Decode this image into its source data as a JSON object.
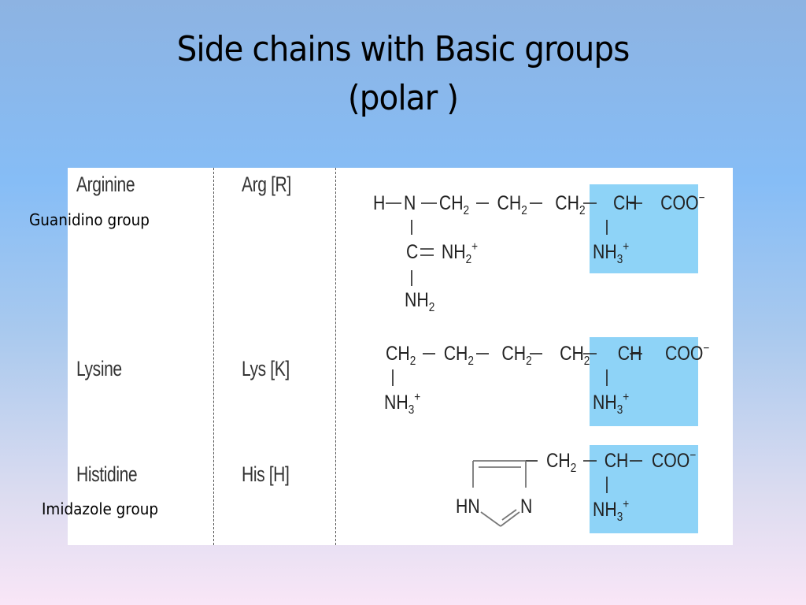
{
  "slide": {
    "title_line1": "Side chains with Basic groups",
    "title_line2": "(polar )",
    "background_gradient": [
      "#8db3e2",
      "#86bdf6",
      "#dcdcf0",
      "#f9e6f7"
    ]
  },
  "callouts": {
    "guanidino": "Guanidino group",
    "imidazole": "Imidazole group"
  },
  "table": {
    "highlight_color": "#8ed3f7",
    "rows": [
      {
        "name": "Arginine",
        "abbr": "Arg [R]",
        "structure": {
          "main_chain": [
            "H",
            "N",
            "CH2",
            "CH2",
            "CH2",
            "CH",
            "COO-"
          ],
          "branch": [
            "C=NH2+",
            "NH2"
          ],
          "alpha_amino": "NH3+"
        }
      },
      {
        "name": "Lysine",
        "abbr": "Lys [K]",
        "structure": {
          "main_chain": [
            "CH2",
            "CH2",
            "CH2",
            "CH2",
            "CH",
            "COO-"
          ],
          "branch": [
            "NH3+"
          ],
          "alpha_amino": "NH3+"
        }
      },
      {
        "name": "Histidine",
        "abbr": "His [H]",
        "structure": {
          "ring": [
            "HN",
            "N"
          ],
          "main_chain": [
            "CH2",
            "CH",
            "COO-"
          ],
          "alpha_amino": "NH3+"
        }
      }
    ]
  },
  "chem_text": {
    "H": "H",
    "N": "N",
    "CH": "CH",
    "C": "C",
    "HN": "HN",
    "CH2_base": "CH",
    "sub2": "2",
    "sub3": "3",
    "COO_base": "COO",
    "minus": "−",
    "plus": "+",
    "NH_base": "NH",
    "eq": "=",
    "dash": "—"
  }
}
